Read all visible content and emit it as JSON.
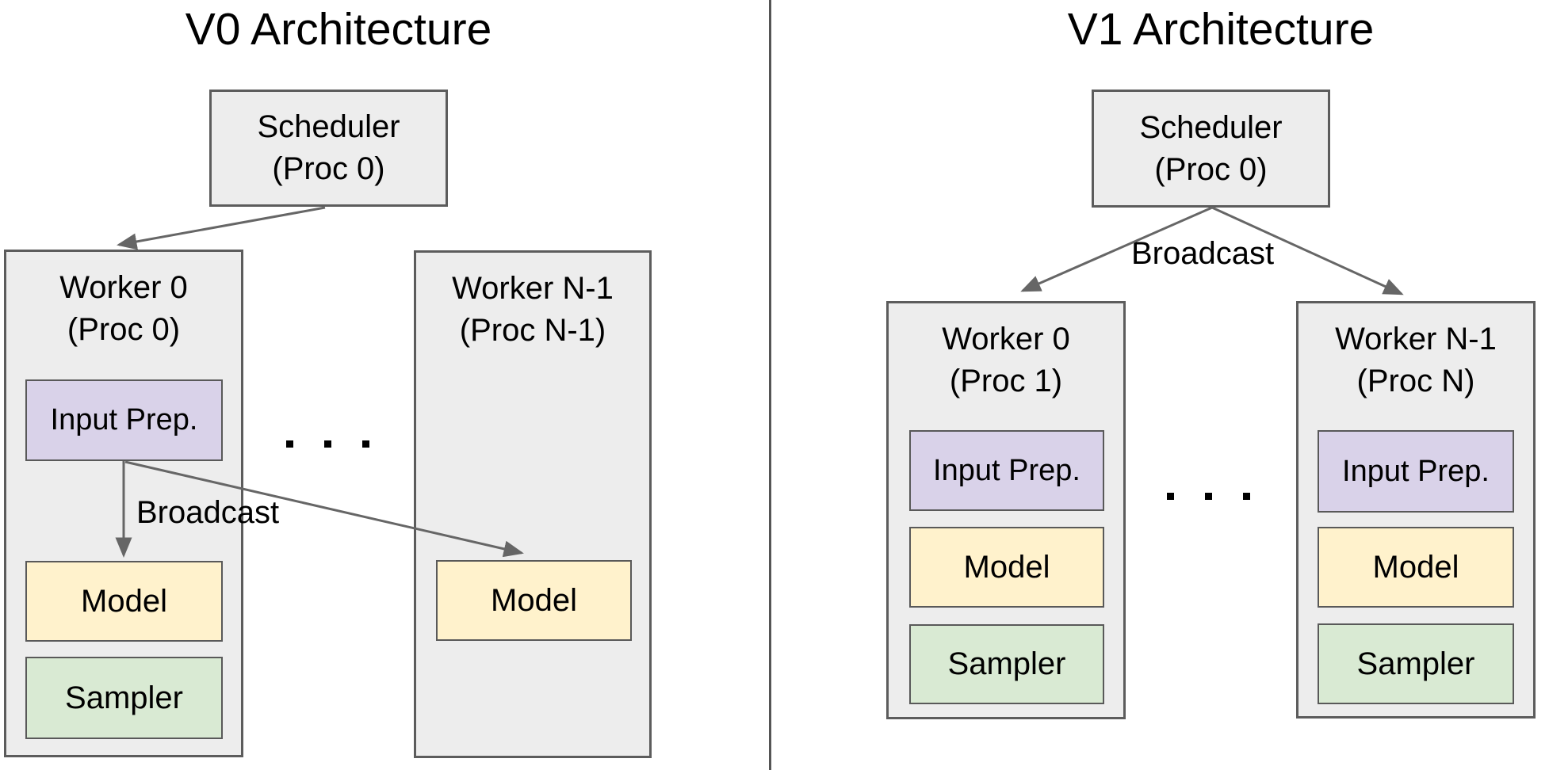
{
  "left": {
    "title": "V0 Architecture",
    "scheduler": {
      "line1": "Scheduler",
      "line2": "(Proc 0)"
    },
    "broadcast_label": "Broadcast",
    "ellipsis": ". . .",
    "worker0": {
      "line1": "Worker 0",
      "line2": "(Proc 0)",
      "input_prep": "Input Prep.",
      "model": "Model",
      "sampler": "Sampler"
    },
    "workerN": {
      "line1": "Worker N-1",
      "line2": "(Proc N-1)",
      "model": "Model"
    }
  },
  "right": {
    "title": "V1 Architecture",
    "scheduler": {
      "line1": "Scheduler",
      "line2": "(Proc 0)"
    },
    "broadcast_label": "Broadcast",
    "ellipsis": ". . .",
    "worker0": {
      "line1": "Worker 0",
      "line2": "(Proc 1)",
      "input_prep": "Input Prep.",
      "model": "Model",
      "sampler": "Sampler"
    },
    "workerN": {
      "line1": "Worker N-1",
      "line2": "(Proc N)",
      "input_prep": "Input Prep.",
      "model": "Model",
      "sampler": "Sampler"
    }
  },
  "colors": {
    "box_fill": "#ededed",
    "input_prep_fill": "#d9d2e9",
    "model_fill": "#fff2cc",
    "sampler_fill": "#d9ead3",
    "box_border": "#595959",
    "arrow": "#666666",
    "divider": "#555555",
    "text": "#000000",
    "background": "#ffffff"
  }
}
